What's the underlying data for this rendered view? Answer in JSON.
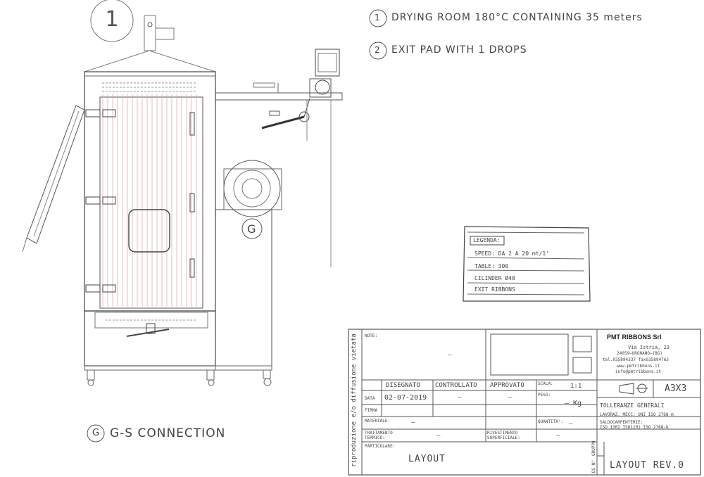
{
  "drawing": {
    "callout_1_number": "1",
    "callout_1_text": "DRYING ROOM 180°C CONTAINING 35 meters",
    "callout_2_number": "2",
    "callout_2_text": "EXIT PAD WITH 1 DROPS",
    "big_callout_number": "1",
    "connection_letter": "G",
    "connection_text": "G-S CONNECTION",
    "fan_letter": "G"
  },
  "legend": {
    "title": "LEGENDA:",
    "items": [
      "SPEED: DA 2 A 20 mt/1'",
      "TABLE: 300",
      "CILINDER Ø40",
      "EXIT RIBBONS"
    ]
  },
  "title_block": {
    "vertical_text": "riproduzione e/o diffusione vietata",
    "note_label": "NOTE:",
    "note_dash": "–",
    "company": "PMT RIBBONS Srl",
    "address_lines": [
      "Via Istria, 23",
      "24059–URGNANO–(BG)",
      "tel.035894337 fax035894763",
      "www.pmtribbons.it",
      "info@pmtribbons.it"
    ],
    "disegnato": "DISEGNATO",
    "controllato": "CONTROLLATO",
    "approvato": "APPROVATO",
    "scala_label": "SCALA:",
    "scala": "1:1",
    "format": "A3X3",
    "data_label": "DATA",
    "date": "02-07-2019",
    "dash": "–",
    "firma_label": "FIRMA",
    "peso_label": "PESO:",
    "peso": "– Kg",
    "materiale_label": "MATERIALE:",
    "quantita_label": "QUANTITA':",
    "tolleranze": "TOLLERANZE GENERALI",
    "lavoraz": "LAVORAZ. MECC: UNI ISO 2768-m",
    "saldo": "SALDOCARPENTERIE:",
    "iso": "ISO 1302 ISO1101 ISO 2768-k",
    "trattamento_label": "TRATTAMENTO TERMICO:",
    "rivestimento_label": "RIVESTIMENTO SUPERFICIALE:",
    "particolare_label": "PARTICOLARE:",
    "particolare": "LAYOUT",
    "gruppo_label": "GRUPPO",
    "ds_label": "DS N°",
    "revision": "LAYOUT REV.0"
  }
}
